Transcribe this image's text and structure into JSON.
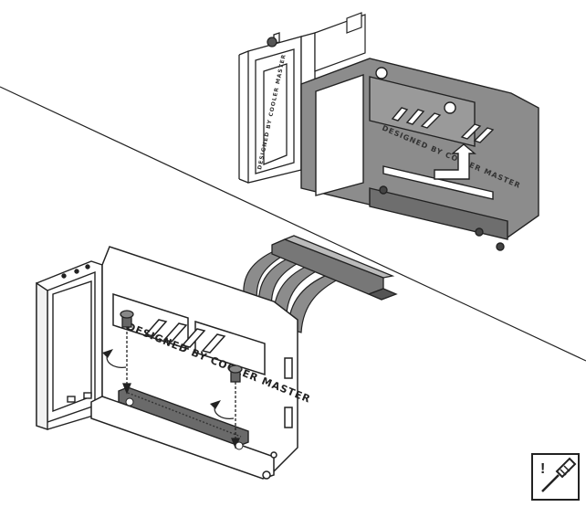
{
  "top_assembly": {
    "bracket_side_text": "DESIGNED BY COOLER MASTER",
    "mount_plate_text": "DESIGNED BY COOLER MASTER"
  },
  "bottom_assembly": {
    "mount_plate_text": "DESIGNED BY COOLER MASTER"
  },
  "tool_symbol": {
    "icon": "screwdriver-caution-icon",
    "mark": "!"
  },
  "colors": {
    "gray_part": "#8c8c8c",
    "gray_dark": "#5e5e5e",
    "line": "#222222"
  }
}
